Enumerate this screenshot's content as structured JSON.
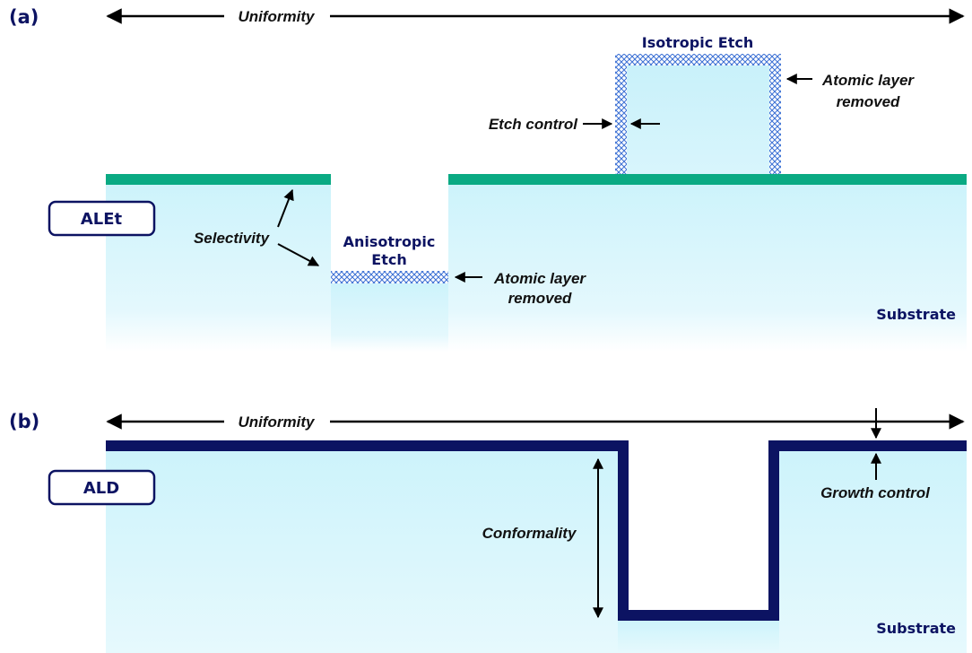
{
  "panel_a": {
    "label": "(a)",
    "uniformity": "Uniformity",
    "tag": "ALEt",
    "isotropic_title": "Isotropic Etch",
    "atomic_layer_top_line1": "Atomic layer",
    "atomic_layer_top_line2": "removed",
    "etch_control": "Etch control",
    "selectivity": "Selectivity",
    "anisotropic_line1": "Anisotropic",
    "anisotropic_line2": "Etch",
    "atomic_layer_bottom_line1": "Atomic layer",
    "atomic_layer_bottom_line2": "removed",
    "substrate": "Substrate"
  },
  "panel_b": {
    "label": "(b)",
    "uniformity": "Uniformity",
    "tag": "ALD",
    "conformality": "Conformality",
    "growth_control": "Growth control",
    "substrate": "Substrate"
  },
  "colors": {
    "navy": "#0c1362",
    "green_film": "#0aaa83",
    "substrate_top": "#cdf3fb",
    "hatch": "#3a6fd4"
  }
}
